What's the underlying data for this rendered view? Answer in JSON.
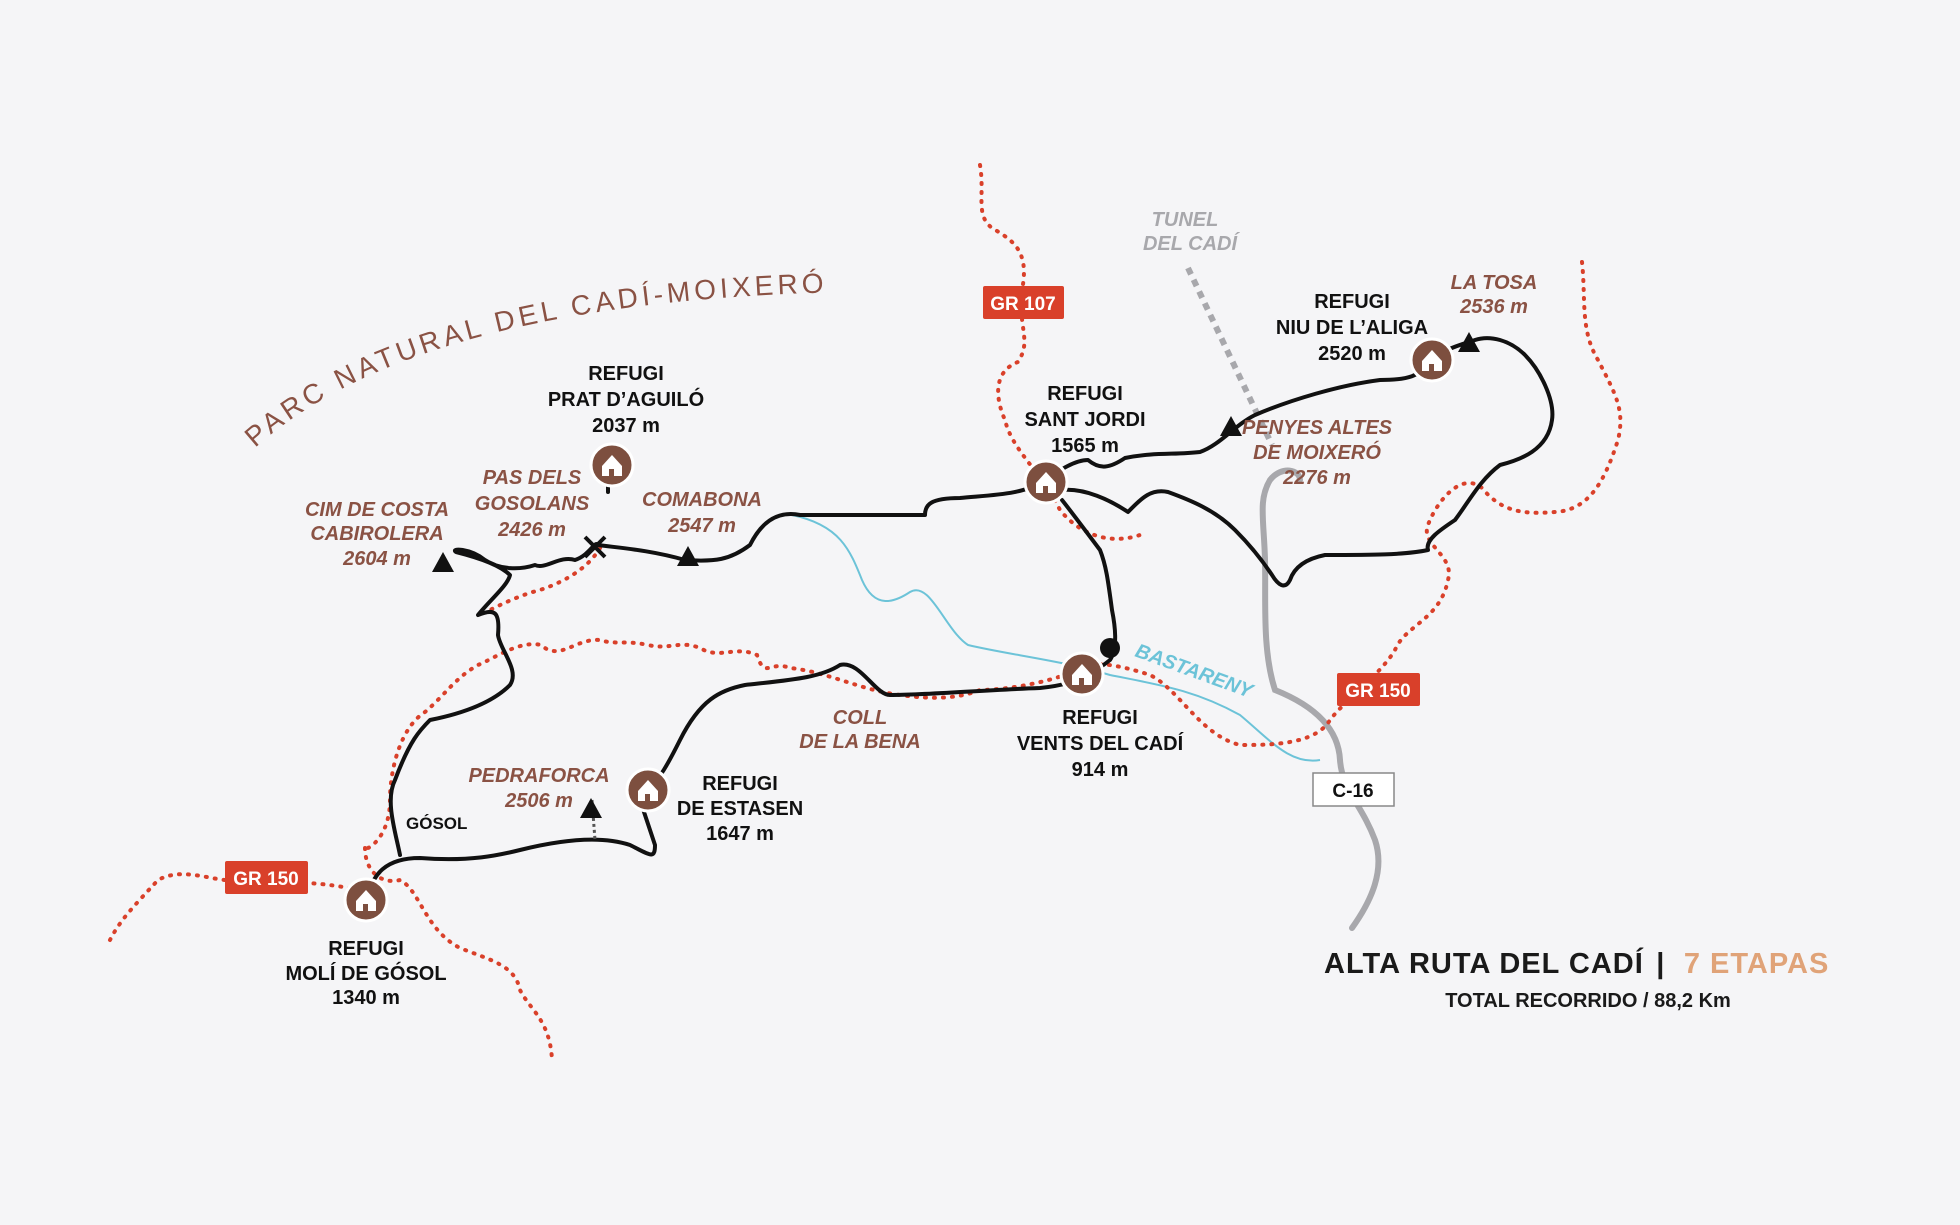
{
  "park_name": "PARC NATURAL DEL CADÍ-MOIXERÓ",
  "colors": {
    "route": "#111111",
    "gr_trail": "#d9402a",
    "refuge": "#7d4f3f",
    "peak_label": "#8a5244",
    "river": "#6cc3d8",
    "road": "#a8a8ac",
    "stages_accent": "#e0a378",
    "background": "#f5f5f7"
  },
  "refuges": [
    {
      "id": "prat",
      "label": [
        "REFUGI",
        "PRAT D’AGUILÓ",
        "2037 m"
      ],
      "icon": "house-icon"
    },
    {
      "id": "sant-jordi",
      "label": [
        "REFUGI",
        "SANT JORDI",
        "1565 m"
      ],
      "icon": "house-icon"
    },
    {
      "id": "niu",
      "label": [
        "REFUGI",
        "NIU DE L’ALIGA",
        "2520 m"
      ],
      "icon": "house-icon"
    },
    {
      "id": "vents",
      "label": [
        "REFUGI",
        "VENTS DEL CADÍ",
        "914 m"
      ],
      "icon": "house-icon"
    },
    {
      "id": "estasen",
      "label": [
        "REFUGI",
        "DE ESTASEN",
        "1647 m"
      ],
      "icon": "house-icon"
    },
    {
      "id": "moli",
      "label": [
        "REFUGI",
        "MOLÍ DE GÓSOL",
        "1340 m"
      ],
      "icon": "house-icon"
    }
  ],
  "peaks": [
    {
      "id": "cim-costa",
      "label": [
        "CIM DE COSTA",
        "CABIROLERA",
        "2604 m"
      ]
    },
    {
      "id": "pas-gosolans",
      "label": [
        "PAS DELS",
        "GOSOLANS",
        "2426 m"
      ]
    },
    {
      "id": "comabona",
      "label": [
        "COMABONA",
        "2547 m"
      ]
    },
    {
      "id": "la-tosa",
      "label": [
        "LA TOSA",
        "2536 m"
      ]
    },
    {
      "id": "penyes-altes",
      "label": [
        "PENYES ALTES",
        "DE MOIXERÓ",
        "2276 m"
      ]
    },
    {
      "id": "pedraforca",
      "label": [
        "PEDRAFORCA",
        "2506 m"
      ]
    },
    {
      "id": "coll-bena",
      "label": [
        "COLL",
        "DE LA BENA"
      ]
    }
  ],
  "tunnel": [
    "TUNEL",
    "DEL CADÍ"
  ],
  "river_name": "BASTARENY",
  "village": "GÓSOL",
  "trail_badges": {
    "gr107": "GR 107",
    "gr150_east": "GR 150",
    "gr150_west": "GR 150"
  },
  "road_sign": "C-16",
  "title": {
    "route": "ALTA RUTA DEL CADÍ",
    "separator": "|",
    "stages": "7 ETAPAS",
    "total": "TOTAL RECORRIDO / 88,2 Km"
  }
}
